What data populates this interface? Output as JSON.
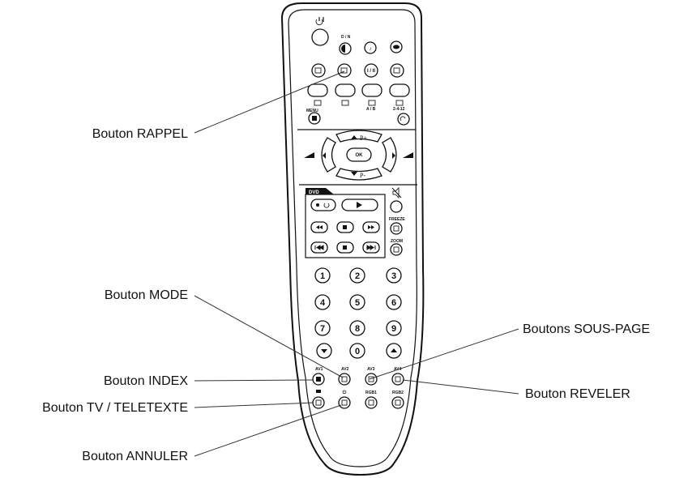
{
  "callouts": {
    "rappel": "Bouton RAPPEL",
    "mode": "Bouton MODE",
    "index": "Bouton INDEX",
    "tv_teletexte": "Bouton TV / TELETEXTE",
    "annuler": "Bouton ANNULER",
    "sous_page": "Boutons SOUS-PAGE",
    "reveler": "Bouton REVELER"
  },
  "remote": {
    "dn": "D / N",
    "menu": "MENU",
    "ab": "A / B",
    "page": "2-4-12",
    "p_plus": "P+",
    "p_minus": "P-",
    "ok": "OK",
    "dvd": "DVD",
    "freeze": "FREEZE",
    "zoom": "ZOOM",
    "mono": "I / II",
    "numbers": [
      "1",
      "2",
      "3",
      "4",
      "5",
      "6",
      "7",
      "8",
      "9",
      "0"
    ],
    "av1": "AV1",
    "av2": "AV2",
    "av3": "AV3",
    "av4": "AV4",
    "rgb1": "RGB1",
    "rgb2": "RGB2"
  },
  "icons": [
    "power-icon",
    "contrast-icon",
    "music-note-icon",
    "surround-icon",
    "source-icon",
    "teletext-icon",
    "pip-icon",
    "mute-icon",
    "record-icon",
    "play-icon",
    "rewind-icon",
    "stop-icon",
    "fast-forward-icon",
    "skip-back-icon",
    "skip-forward-icon",
    "arrow-up-icon",
    "arrow-down-icon"
  ]
}
